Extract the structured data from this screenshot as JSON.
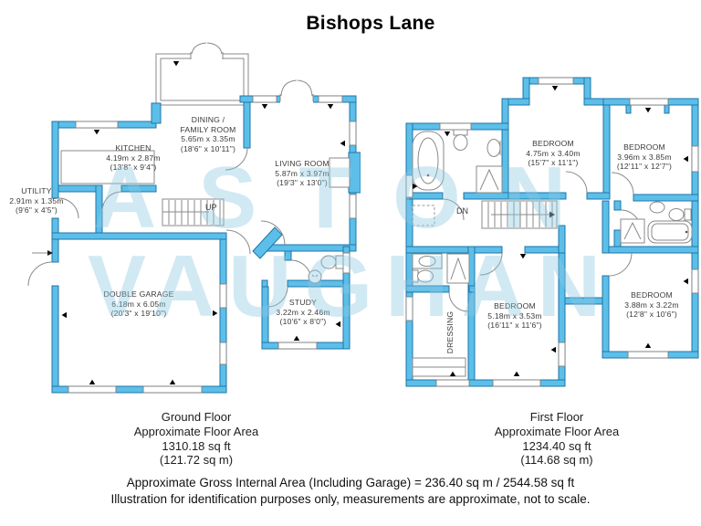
{
  "title": "Bishops Lane",
  "watermark": {
    "line1": "ASTON",
    "line2": "VAUGHAN"
  },
  "colors": {
    "wall_fill": "#5cbfe9",
    "wall_stroke": "#1f74a8",
    "watermark": "#cfe5ef",
    "fixture_line": "#8a8a8a"
  },
  "ground_floor": {
    "stairs_label": "UP",
    "rooms": {
      "utility": {
        "lines": [
          "UTILITY",
          "2.91m x 1.35m",
          "(9'6\" x 4'5\")"
        ]
      },
      "kitchen": {
        "lines": [
          "KITCHEN",
          "4.19m x 2.87m",
          "(13'8\" x 9'4\")"
        ]
      },
      "dining": {
        "lines": [
          "DINING /",
          "FAMILY ROOM",
          "5.65m x 3.35m",
          "(18'6\" x 10'11\")"
        ]
      },
      "living": {
        "lines": [
          "LIVING ROOM",
          "5.87m x 3.97m",
          "(19'3\" x 13'0\")"
        ]
      },
      "garage": {
        "lines": [
          "DOUBLE GARAGE",
          "6.18m x 6.05m",
          "(20'3\" x 19'10\")"
        ]
      },
      "study": {
        "lines": [
          "STUDY",
          "3.22m x 2.46m",
          "(10'6\" x 8'0\")"
        ]
      }
    },
    "caption": [
      "Ground Floor",
      "Approximate Floor Area",
      "1310.18 sq ft",
      "(121.72 sq m)"
    ]
  },
  "first_floor": {
    "stairs_label": "DN",
    "rooms": {
      "bedroom1": {
        "lines": [
          "BEDROOM",
          "4.75m x 3.40m",
          "(15'7\" x 11'1\")"
        ]
      },
      "bedroom2": {
        "lines": [
          "BEDROOM",
          "3.96m x 3.85m",
          "(12'11\" x 12'7\")"
        ]
      },
      "bedroom3": {
        "lines": [
          "BEDROOM",
          "5.18m x 3.53m",
          "(16'11\" x 11'6\")"
        ]
      },
      "bedroom4": {
        "lines": [
          "BEDROOM",
          "3.88m x 3.22m",
          "(12'8\" x 10'6\")"
        ]
      },
      "dressing": {
        "lines": [
          "DRESSING"
        ]
      }
    },
    "caption": [
      "First Floor",
      "Approximate Floor Area",
      "1234.40 sq ft",
      "(114.68 sq m)"
    ]
  },
  "footer": {
    "line1": "Approximate Gross Internal Area (Including Garage) = 236.40 sq m / 2544.58 sq ft",
    "line2": "Illustration for identification purposes only, measurements are approximate, not to scale."
  }
}
